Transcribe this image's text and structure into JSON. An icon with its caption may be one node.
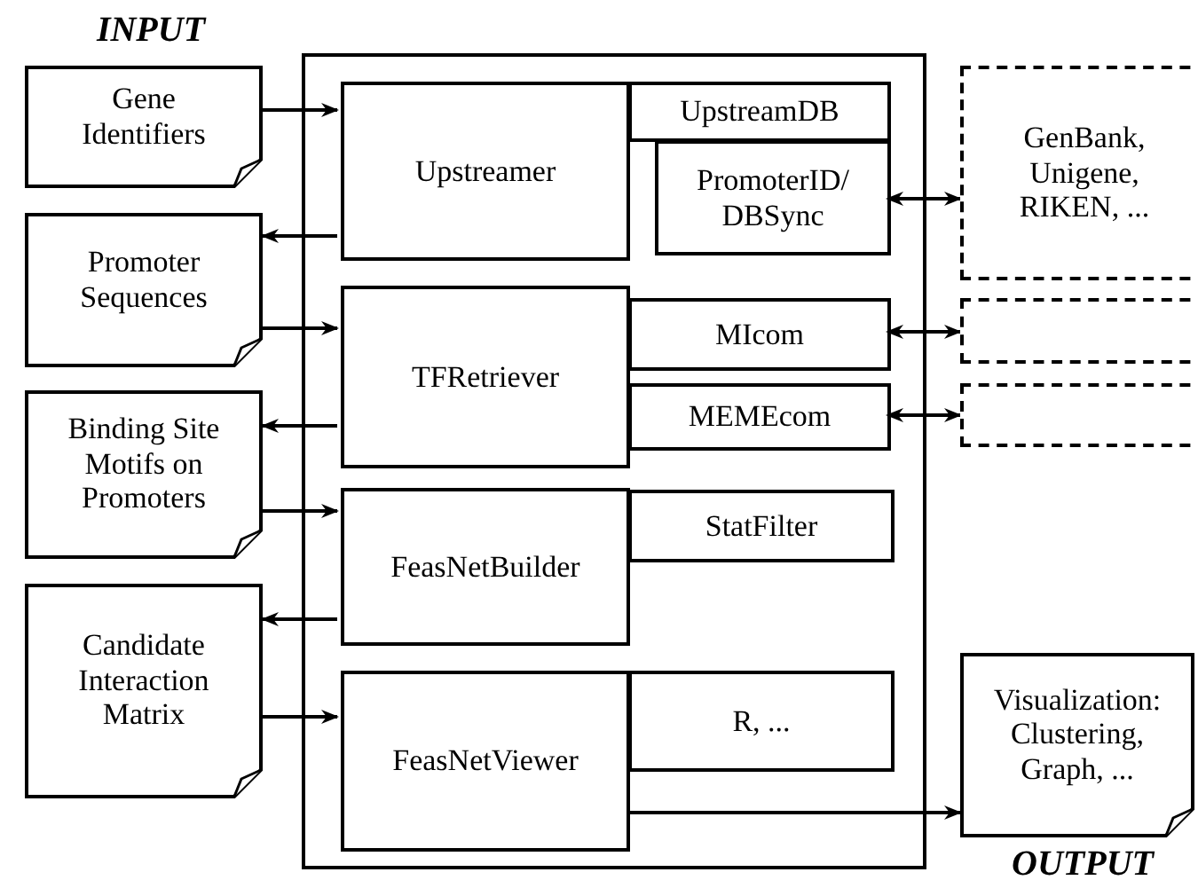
{
  "diagram": {
    "nodes": [
      {
        "text": [
          "Gene Identifiers"
        ]
      },
      {
        "text": [
          "Promoter Sequences"
        ]
      },
      {
        "text": [
          "Binding Site Motifs on Promoters"
        ]
      },
      {
        "text": [
          "Candidate Interaction Matrix"
        ]
      },
      {
        "text": [],
        "shape": "box"
      },
      {
        "text": [
          "Upstreamer"
        ],
        "in": 4
      },
      {
        "text": [
          "UpstreamDB"
        ],
        "in": 4
      },
      {
        "text": [
          "PromoterID/ DBSync"
        ],
        "in": 4
      },
      {
        "text": [
          "TFRetriever"
        ],
        "in": 4
      },
      {
        "text": [
          "MIcom"
        ],
        "in": 4
      },
      {
        "text": [
          "MEMEcom"
        ],
        "in": 4
      },
      {
        "text": [
          "FeasNetBuilder"
        ],
        "in": 4
      },
      {
        "text": [
          "StatFilter"
        ],
        "in": 4
      },
      {
        "text": [
          "FeasNetViewer"
        ],
        "in": 4
      },
      {
        "text": [
          "R, ..."
        ],
        "in": 4
      },
      {
        "text": [
          "GenBank, Unigene, RIKEN, ..."
        ]
      },
      {
        "text": [],
        "shape": "box"
      },
      {
        "text": [],
        "shape": "box"
      },
      {
        "text": [
          "Visualization: Clustering, Graph, ..."
        ]
      }
    ],
    "edges": [
      {
        "from": 0,
        "to": 5,
        "arrow": "to"
      },
      {
        "from": 5,
        "to": 1,
        "arrow": "to"
      },
      {
        "from": 1,
        "to": 8,
        "arrow": "to"
      },
      {
        "from": 8,
        "to": 2,
        "arrow": "to"
      },
      {
        "from": 2,
        "to": 11,
        "arrow": "to"
      },
      {
        "from": 11,
        "to": 3,
        "arrow": "to"
      },
      {
        "from": 3,
        "to": 13,
        "arrow": "to"
      },
      {
        "from": 13,
        "to": 18,
        "arrow": "to"
      },
      {
        "from": 7,
        "to": 15,
        "arrow": "both"
      },
      {
        "from": 9,
        "to": 16,
        "arrow": "both"
      },
      {
        "from": 10,
        "to": 17,
        "arrow": "both"
      }
    ],
    "labels": [
      "INPUT",
      "OUTPUT"
    ]
  }
}
